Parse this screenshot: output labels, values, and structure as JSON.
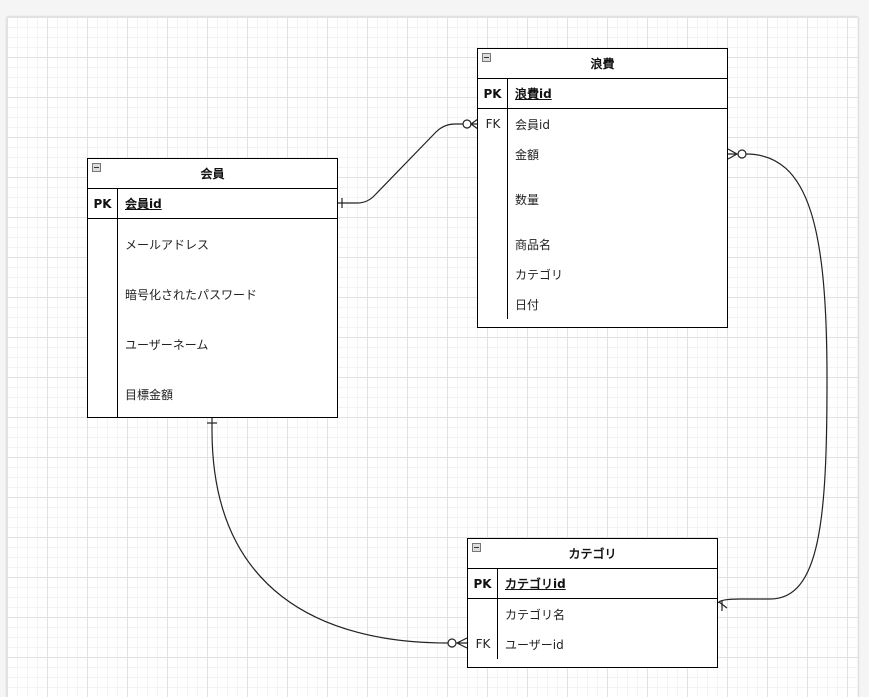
{
  "entities": {
    "kaiin": {
      "title": "会員",
      "pk": {
        "key": "PK",
        "name": "会員id"
      },
      "attributes": [
        {
          "key": "",
          "name": "メールアドレス"
        },
        {
          "key": "",
          "name": "暗号化されたパスワード"
        },
        {
          "key": "",
          "name": "ユーザーネーム"
        },
        {
          "key": "",
          "name": "目標金額"
        }
      ]
    },
    "rouhi": {
      "title": "浪費",
      "pk": {
        "key": "PK",
        "name": "浪費id"
      },
      "attributes": [
        {
          "key": "FK",
          "name": "会員id"
        },
        {
          "key": "",
          "name": "金額"
        },
        {
          "key": "",
          "name": "数量"
        },
        {
          "key": "",
          "name": "商品名"
        },
        {
          "key": "",
          "name": "カテゴリ"
        },
        {
          "key": "",
          "name": "日付"
        }
      ]
    },
    "category": {
      "title": "カテゴリ",
      "pk": {
        "key": "PK",
        "name": "カテゴリid"
      },
      "attributes": [
        {
          "key": "",
          "name": "カテゴリ名"
        },
        {
          "key": "FK",
          "name": "ユーザーid"
        }
      ]
    }
  },
  "relationships": [
    {
      "from": "会員.会員id",
      "from_cardinality": "one",
      "to": "浪費.会員id",
      "to_cardinality": "zero-or-many"
    },
    {
      "from": "会員",
      "from_cardinality": "one",
      "to": "カテゴリ.ユーザーid",
      "to_cardinality": "zero-or-many"
    },
    {
      "from": "カテゴリ.カテゴリ名",
      "from_cardinality": "one",
      "to": "浪費.金額",
      "to_cardinality": "zero-or-many"
    }
  ],
  "icons": {
    "collapse": "minus-box-icon"
  }
}
